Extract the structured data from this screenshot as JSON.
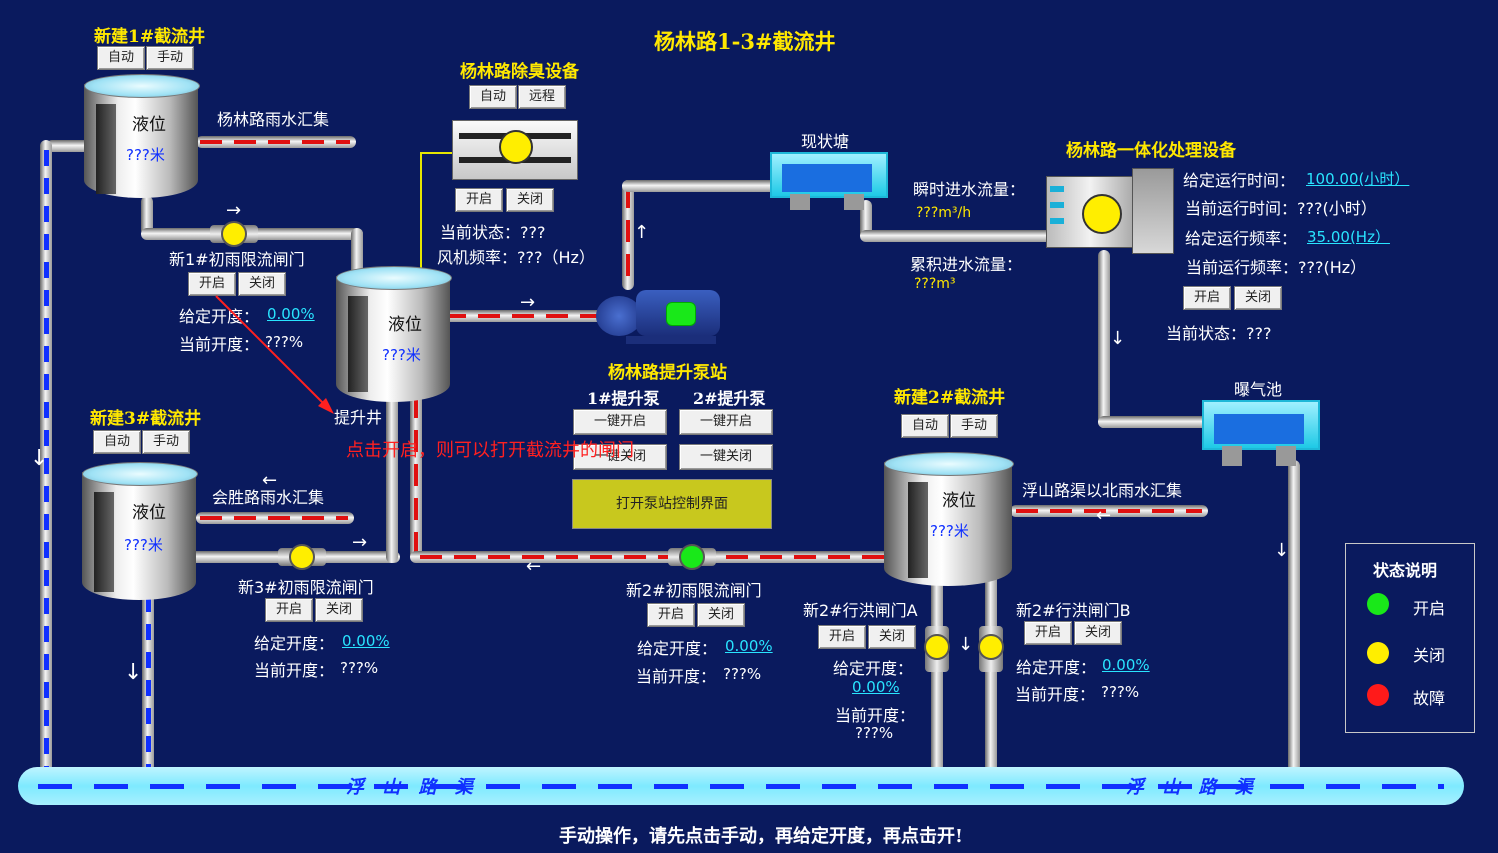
{
  "title": "杨林路1-3#截流井",
  "footer": "手动操作，请先点击手动，再给定开度，再点击开!",
  "annotation": "点击开启，则可以打开截流井的闸门",
  "canal_labels": [
    "浮 山 路 渠",
    "浮 山 路 渠"
  ],
  "well1": {
    "title": "新建1#截流井",
    "btn_auto": "自动",
    "btn_manual": "手动",
    "level_label": "液位",
    "level": "???米",
    "inflow_label": "杨林路雨水汇集"
  },
  "valve1": {
    "name": "新1#初雨限流闸门",
    "btn_open": "开启",
    "btn_close": "关闭",
    "set_label": "给定开度：",
    "set_value": "0.00%",
    "cur_label": "当前开度：",
    "cur_value": "???%"
  },
  "well3": {
    "title": "新建3#截流井",
    "btn_auto": "自动",
    "btn_manual": "手动",
    "level_label": "液位",
    "level": "???米",
    "inflow_label": "会胜路雨水汇集"
  },
  "valve3": {
    "name": "新3#初雨限流闸门",
    "btn_open": "开启",
    "btn_close": "关闭",
    "set_label": "给定开度：",
    "set_value": "0.00%",
    "cur_label": "当前开度：",
    "cur_value": "???%"
  },
  "lift_well": {
    "level_label": "液位",
    "level": "???米",
    "name": "提升井"
  },
  "deodor": {
    "title": "杨林路除臭设备",
    "btn_auto": "自动",
    "btn_remote": "远程",
    "btn_open": "开启",
    "btn_close": "关闭",
    "state_line": "当前状态：???",
    "freq_line": "风机频率：???（Hz）"
  },
  "pump_station": {
    "title": "杨林路提升泵站",
    "pump1_title": "1#提升泵",
    "pump2_title": "2#提升泵",
    "p1_start": "一键开启",
    "p1_stop": "一键关闭",
    "p2_start": "一键开启",
    "p2_stop": "一键关闭",
    "open_panel": "打开泵站控制界面"
  },
  "pond": {
    "name": "现状塘",
    "inst_label": "瞬时进水流量：",
    "inst_value": "???m³/h",
    "cum_label": "累积进水流量：",
    "cum_value": "???m³"
  },
  "treatment": {
    "title": "杨林路一体化处理设备",
    "set_time_label": "给定运行时间：",
    "set_time_value": "100.00(小时）",
    "cur_time_line": "当前运行时间：???(小时）",
    "set_freq_label": "给定运行频率：",
    "set_freq_value": "35.00(Hz）",
    "cur_freq_line": "当前运行频率：???(Hz）",
    "btn_open": "开启",
    "btn_close": "关闭",
    "state_line": "当前状态：???"
  },
  "aeration": {
    "name": "曝气池"
  },
  "well2": {
    "title": "新建2#截流井",
    "btn_auto": "自动",
    "btn_manual": "手动",
    "level_label": "液位",
    "level": "???米",
    "inflow_label": "浮山路渠以北雨水汇集"
  },
  "valve2": {
    "name": "新2#初雨限流闸门",
    "btn_open": "开启",
    "btn_close": "关闭",
    "set_label": "给定开度：",
    "set_value": "0.00%",
    "cur_label": "当前开度：",
    "cur_value": "???%"
  },
  "floodA": {
    "name": "新2#行洪闸门A",
    "btn_open": "开启",
    "btn_close": "关闭",
    "set_label": "给定开度：",
    "set_value": "0.00%",
    "cur_label": "当前开度：",
    "cur_value": "???%"
  },
  "floodB": {
    "name": "新2#行洪闸门B",
    "btn_open": "开启",
    "btn_close": "关闭",
    "set_label": "给定开度：",
    "set_value": "0.00%",
    "cur_label": "当前开度：",
    "cur_value": "???%"
  },
  "legend": {
    "title": "状态说明",
    "open": "开启",
    "closed": "关闭",
    "fault": "故障"
  },
  "colors": {
    "open": "#19e819",
    "closed": "#ffee00",
    "fault": "#ff1a1a",
    "background": "#0a1a5e"
  }
}
